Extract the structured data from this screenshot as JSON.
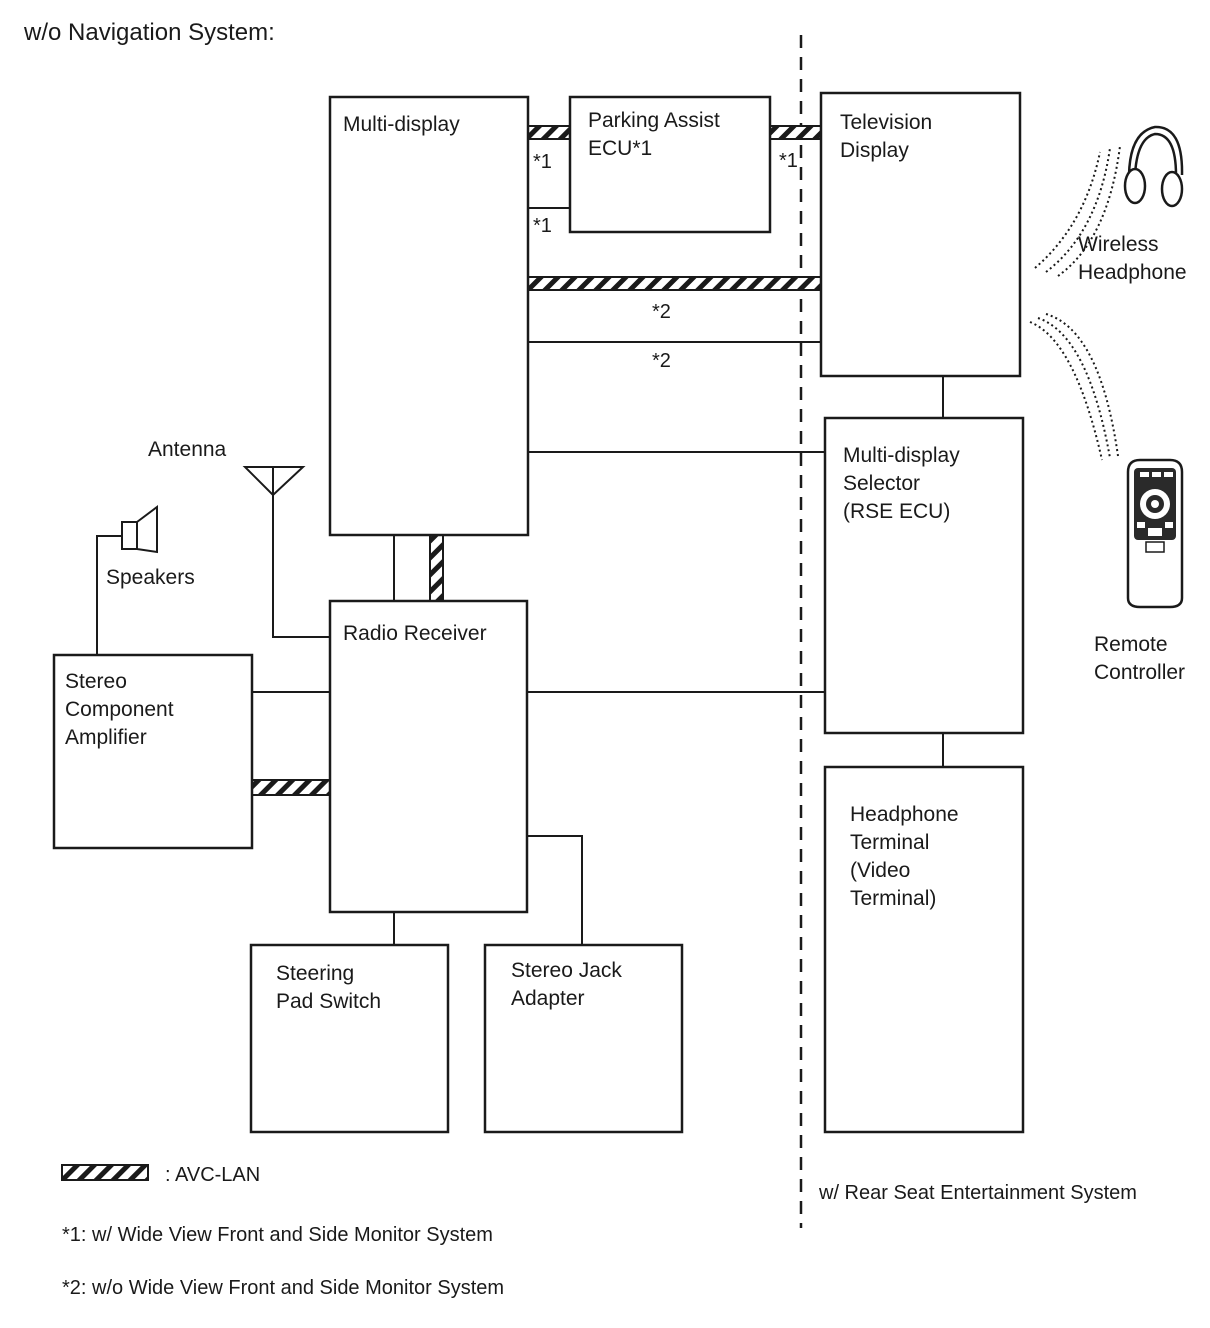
{
  "title": "w/o Navigation System:",
  "blocks": {
    "multi_display": [
      "Multi-display"
    ],
    "parking_assist": [
      "Parking Assist",
      "ECU*1"
    ],
    "television_display": [
      "Television",
      "Display"
    ],
    "rse_selector": [
      "Multi-display",
      "Selector",
      "(RSE ECU)"
    ],
    "headphone_terminal": [
      "Headphone",
      "Terminal",
      "(Video",
      "Terminal)"
    ],
    "radio_receiver": [
      "Radio Receiver"
    ],
    "stereo_amplifier": [
      "Stereo",
      "Component",
      "Amplifier"
    ],
    "steering_pad": [
      "Steering",
      "Pad Switch"
    ],
    "stereo_jack": [
      "Stereo Jack",
      "Adapter"
    ]
  },
  "devices": {
    "antenna": "Antenna",
    "speakers": "Speakers",
    "wireless_headphone": [
      "Wireless",
      "Headphone"
    ],
    "remote_controller": [
      "Remote",
      "Controller"
    ]
  },
  "markers": {
    "star1": "*1",
    "star2": "*2"
  },
  "legend": {
    "avc_lan": ": AVC-LAN",
    "note1": "*1: w/ Wide View Front and Side Monitor System",
    "note2": "*2: w/o Wide View Front and Side Monitor System"
  },
  "region_label": "w/ Rear Seat Entertainment System"
}
